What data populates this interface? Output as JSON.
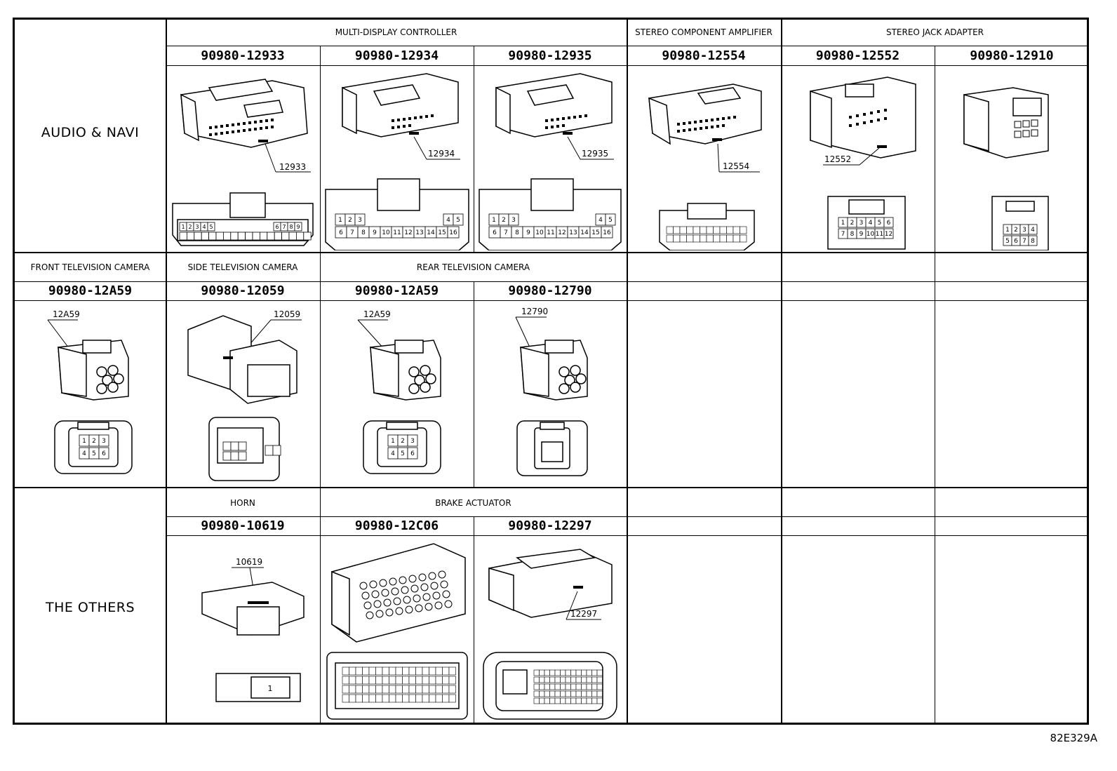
{
  "categories": {
    "audio_navi": "AUDIO & NAVI",
    "the_others": "THE OTHERS"
  },
  "components": {
    "multi_display_controller": "MULTI-DISPLAY CONTROLLER",
    "stereo_component_amplifier": "STEREO COMPONENT AMPLIFIER",
    "stereo_jack_adapter": "STEREO JACK ADAPTER",
    "front_tv_camera": "FRONT TELEVISION CAMERA",
    "side_tv_camera": "SIDE TELEVISION CAMERA",
    "rear_tv_camera": "REAR TELEVISION CAMERA",
    "horn": "HORN",
    "brake_actuator": "BRAKE ACTUATOR"
  },
  "parts": {
    "p12933": {
      "number": "90980-12933",
      "callout": "12933"
    },
    "p12934": {
      "number": "90980-12934",
      "callout": "12934"
    },
    "p12935": {
      "number": "90980-12935",
      "callout": "12935"
    },
    "p12554": {
      "number": "90980-12554",
      "callout": "12554"
    },
    "p12552": {
      "number": "90980-12552",
      "callout": "12552"
    },
    "p12910": {
      "number": "90980-12910"
    },
    "p12A59f": {
      "number": "90980-12A59",
      "callout": "12A59"
    },
    "p12059": {
      "number": "90980-12059",
      "callout": "12059"
    },
    "p12A59r": {
      "number": "90980-12A59",
      "callout": "12A59"
    },
    "p12790": {
      "number": "90980-12790",
      "callout": "12790"
    },
    "p10619": {
      "number": "90980-10619",
      "callout": "10619"
    },
    "p12C06": {
      "number": "90980-12C06"
    },
    "p12297": {
      "number": "90980-12297",
      "callout": "12297"
    }
  },
  "pins": {
    "p12933_top": [
      "1",
      "2",
      "3",
      "4",
      "5",
      "6",
      "7",
      "8",
      "9"
    ],
    "p12934_top": [
      "1",
      "2",
      "3",
      "4",
      "5"
    ],
    "p12934_bot": [
      "6",
      "7",
      "8",
      "9",
      "10",
      "11",
      "12",
      "13",
      "14",
      "15",
      "16"
    ],
    "p12935_top": [
      "1",
      "2",
      "3",
      "4",
      "5"
    ],
    "p12935_bot": [
      "6",
      "7",
      "8",
      "9",
      "10",
      "11",
      "12",
      "13",
      "14",
      "15",
      "16"
    ],
    "p12552_top": [
      "1",
      "2",
      "3",
      "4",
      "5",
      "6"
    ],
    "p12552_bot": [
      "7",
      "8",
      "9",
      "10",
      "11",
      "12"
    ],
    "p12910_top": [
      "1",
      "2",
      "3",
      "4"
    ],
    "p12910_bot": [
      "5",
      "6",
      "7",
      "8"
    ],
    "six_top": [
      "1",
      "2",
      "3"
    ],
    "six_bot": [
      "4",
      "5",
      "6"
    ],
    "horn_pin": "1"
  },
  "drawing_code": "82E329A"
}
